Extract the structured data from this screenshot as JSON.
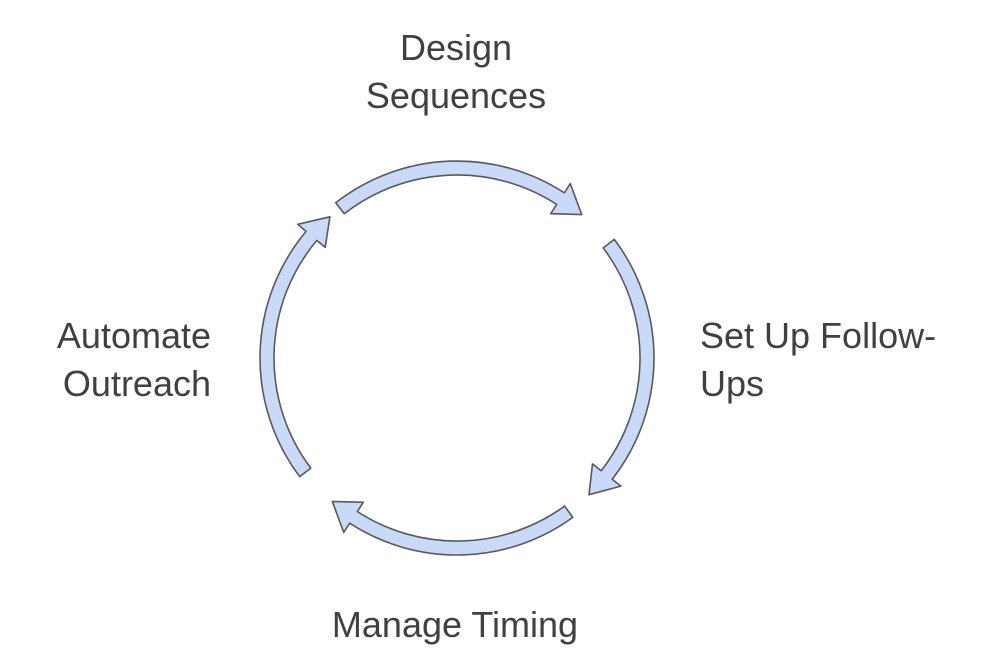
{
  "diagram": {
    "type": "cycle",
    "direction": "clockwise",
    "arrow_fill": "#c9daf8",
    "arrow_stroke": "#595959",
    "text_color": "#404040",
    "steps": [
      {
        "lines": [
          "Design",
          "Sequences"
        ]
      },
      {
        "lines": [
          "Set Up Follow-",
          "Ups"
        ]
      },
      {
        "lines": [
          "Manage Timing"
        ]
      },
      {
        "lines": [
          "Automate",
          "Outreach"
        ]
      }
    ]
  }
}
